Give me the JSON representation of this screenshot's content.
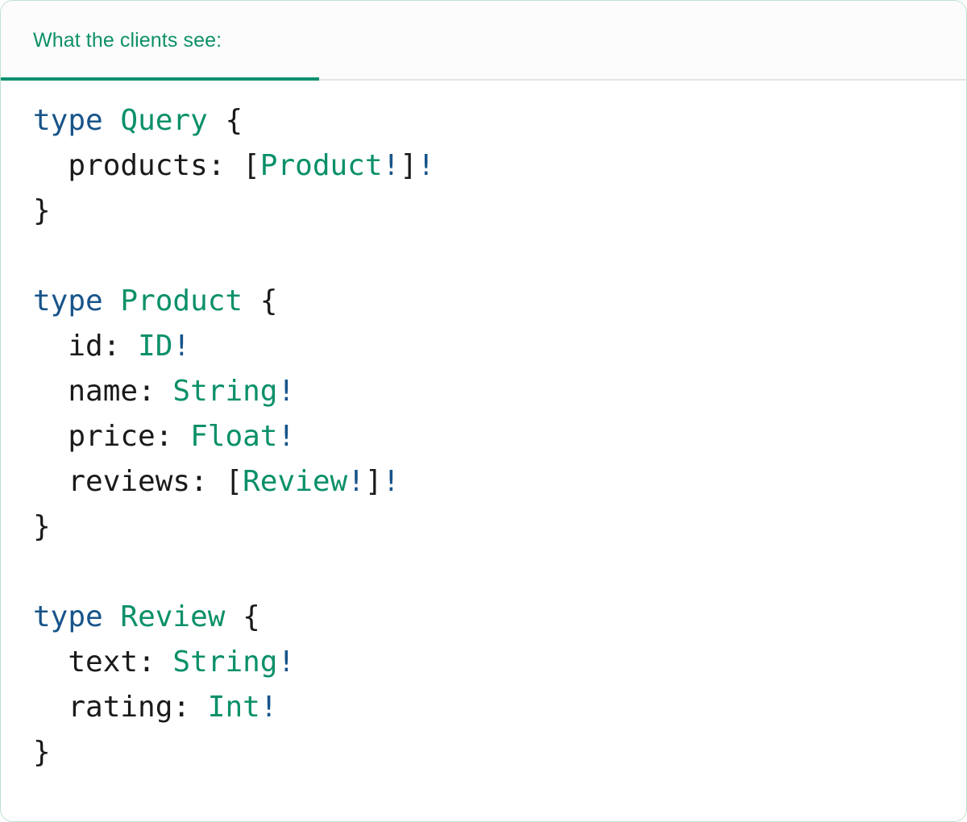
{
  "header": {
    "title": "What the clients see:",
    "accent_color": "#0e9068",
    "tab_indicator_color": "#0e9170",
    "rule_color": "#e4e4e4",
    "background": "#fcfcfc"
  },
  "card": {
    "background": "#ffffff",
    "border_color": "#bfdfcd"
  },
  "syntax_colors": {
    "keyword": "#17548a",
    "type_name": "#0a9069",
    "non_null_bang": "#17548a",
    "punctuation": "#1a1a1a",
    "field_name": "#1a1a1a"
  },
  "code": {
    "language": "graphql",
    "lines": [
      {
        "id": "line-1",
        "text": "type Query {",
        "tokens": [
          {
            "t": "type",
            "k": "keyword"
          },
          {
            "t": " ",
            "k": "plain"
          },
          {
            "t": "Query",
            "k": "type"
          },
          {
            "t": " {",
            "k": "punct"
          }
        ]
      },
      {
        "id": "line-2",
        "text": "  products: [Product!]!",
        "tokens": [
          {
            "t": "  ",
            "k": "plain"
          },
          {
            "t": "products",
            "k": "field"
          },
          {
            "t": ": ",
            "k": "punct"
          },
          {
            "t": "[",
            "k": "punct"
          },
          {
            "t": "Product",
            "k": "type"
          },
          {
            "t": "!",
            "k": "bang"
          },
          {
            "t": "]",
            "k": "punct"
          },
          {
            "t": "!",
            "k": "bang"
          }
        ]
      },
      {
        "id": "line-3",
        "text": "}",
        "tokens": [
          {
            "t": "}",
            "k": "punct"
          }
        ]
      },
      {
        "id": "line-4",
        "text": "",
        "tokens": []
      },
      {
        "id": "line-5",
        "text": "type Product {",
        "tokens": [
          {
            "t": "type",
            "k": "keyword"
          },
          {
            "t": " ",
            "k": "plain"
          },
          {
            "t": "Product",
            "k": "type"
          },
          {
            "t": " {",
            "k": "punct"
          }
        ]
      },
      {
        "id": "line-6",
        "text": "  id: ID!",
        "tokens": [
          {
            "t": "  ",
            "k": "plain"
          },
          {
            "t": "id",
            "k": "field"
          },
          {
            "t": ": ",
            "k": "punct"
          },
          {
            "t": "ID",
            "k": "type"
          },
          {
            "t": "!",
            "k": "bang"
          }
        ]
      },
      {
        "id": "line-7",
        "text": "  name: String!",
        "tokens": [
          {
            "t": "  ",
            "k": "plain"
          },
          {
            "t": "name",
            "k": "field"
          },
          {
            "t": ": ",
            "k": "punct"
          },
          {
            "t": "String",
            "k": "type"
          },
          {
            "t": "!",
            "k": "bang"
          }
        ]
      },
      {
        "id": "line-8",
        "text": "  price: Float!",
        "tokens": [
          {
            "t": "  ",
            "k": "plain"
          },
          {
            "t": "price",
            "k": "field"
          },
          {
            "t": ": ",
            "k": "punct"
          },
          {
            "t": "Float",
            "k": "type"
          },
          {
            "t": "!",
            "k": "bang"
          }
        ]
      },
      {
        "id": "line-9",
        "text": "  reviews: [Review!]!",
        "tokens": [
          {
            "t": "  ",
            "k": "plain"
          },
          {
            "t": "reviews",
            "k": "field"
          },
          {
            "t": ": ",
            "k": "punct"
          },
          {
            "t": "[",
            "k": "punct"
          },
          {
            "t": "Review",
            "k": "type"
          },
          {
            "t": "!",
            "k": "bang"
          },
          {
            "t": "]",
            "k": "punct"
          },
          {
            "t": "!",
            "k": "bang"
          }
        ]
      },
      {
        "id": "line-10",
        "text": "}",
        "tokens": [
          {
            "t": "}",
            "k": "punct"
          }
        ]
      },
      {
        "id": "line-11",
        "text": "",
        "tokens": []
      },
      {
        "id": "line-12",
        "text": "type Review {",
        "tokens": [
          {
            "t": "type",
            "k": "keyword"
          },
          {
            "t": " ",
            "k": "plain"
          },
          {
            "t": "Review",
            "k": "type"
          },
          {
            "t": " {",
            "k": "punct"
          }
        ]
      },
      {
        "id": "line-13",
        "text": "  text: String!",
        "tokens": [
          {
            "t": "  ",
            "k": "plain"
          },
          {
            "t": "text",
            "k": "field"
          },
          {
            "t": ": ",
            "k": "punct"
          },
          {
            "t": "String",
            "k": "type"
          },
          {
            "t": "!",
            "k": "bang"
          }
        ]
      },
      {
        "id": "line-14",
        "text": "  rating: Int!",
        "tokens": [
          {
            "t": "  ",
            "k": "plain"
          },
          {
            "t": "rating",
            "k": "field"
          },
          {
            "t": ": ",
            "k": "punct"
          },
          {
            "t": "Int",
            "k": "type"
          },
          {
            "t": "!",
            "k": "bang"
          }
        ]
      },
      {
        "id": "line-15",
        "text": "}",
        "tokens": [
          {
            "t": "}",
            "k": "punct"
          }
        ]
      }
    ]
  }
}
